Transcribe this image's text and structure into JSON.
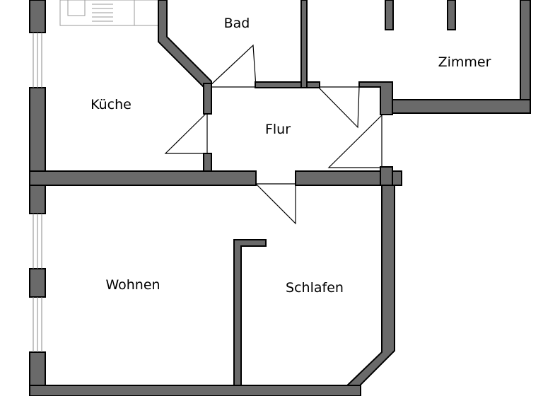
{
  "plan": {
    "rooms": [
      {
        "key": "bad",
        "label": "Bad"
      },
      {
        "key": "zimmer",
        "label": "Zimmer"
      },
      {
        "key": "kueche",
        "label": "Küche"
      },
      {
        "key": "flur",
        "label": "Flur"
      },
      {
        "key": "wohnen",
        "label": "Wohnen"
      },
      {
        "key": "schlafen",
        "label": "Schlafen"
      }
    ],
    "colors": {
      "wall_fill": "#6a6a6a",
      "wall_outline": "#000000",
      "background": "#ffffff",
      "window": "#8a8a8a"
    }
  }
}
